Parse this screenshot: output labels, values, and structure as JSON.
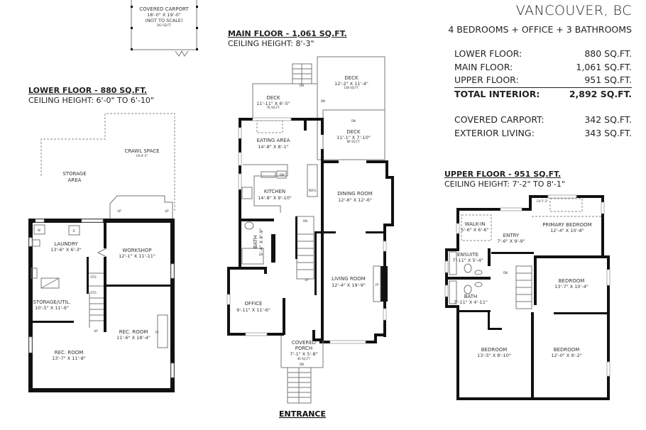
{
  "header": {
    "location": "VANCOUVER, BC",
    "summary": "4 BEDROOMS + OFFICE + 3 BATHROOMS",
    "areas": [
      {
        "label": "LOWER FLOOR:",
        "value": "880 SQ.FT."
      },
      {
        "label": "MAIN FLOOR:",
        "value": "1,061 SQ.FT."
      },
      {
        "label": "UPPER FLOOR:",
        "value": "951 SQ.FT."
      }
    ],
    "total": {
      "label": "TOTAL INTERIOR:",
      "value": "2,892 SQ.FT."
    },
    "exterior": [
      {
        "label": "COVERED CARPORT:",
        "value": "342 SQ.FT."
      },
      {
        "label": "EXTERIOR LIVING:",
        "value": "343 SQ.FT."
      }
    ]
  },
  "carport": {
    "name": "COVERED CARPORT",
    "dims": "18'-0\" X 19'-0\"",
    "note": "(NOT TO SCALE)",
    "area": "342 SQ.FT."
  },
  "lower_floor": {
    "title": "LOWER FLOOR - 880 SQ.FT.",
    "ceiling": "CEILING HEIGHT: 6'-0\" TO 6'-10\"",
    "crawl": {
      "name": "CRAWL SPACE",
      "ch": "CH:4'-5\""
    },
    "storage_area": [
      "STORAGE",
      "AREA"
    ],
    "rooms": [
      {
        "name": "LAUNDRY",
        "dims": "13'-6\" X 6'-3\""
      },
      {
        "name": "WORKSHOP",
        "dims": "12'-1\" X 11'-11\""
      },
      {
        "name": "STORAGE/UTIL.",
        "dims": "10'-5\" X 11'-9\""
      },
      {
        "name": "REC. ROOM",
        "dims": "11'-6\" X 18'-4\""
      },
      {
        "name": "REC. ROOM",
        "dims": "13'-7\" X 11'-8\""
      }
    ],
    "labels": {
      "sto": "STO.",
      "up": "UP",
      "fp": "FP",
      "washer": "W",
      "dryer": "D"
    }
  },
  "main_floor": {
    "title": "MAIN FLOOR - 1,061 SQ.FT.",
    "ceiling": "CEILING HEIGHT: 8'-3\"",
    "decks": [
      {
        "name": "DECK",
        "dims": "11'-11\" X 6'-5\"",
        "area": "76 SQ.FT."
      },
      {
        "name": "DECK",
        "dims": "12'-2\" X 11'-4\"",
        "area": "138 SQ.FT."
      },
      {
        "name": "DECK",
        "dims": "11'-1\" X 7'-10\"",
        "area": "86 SQ.FT."
      }
    ],
    "rooms": [
      {
        "name": "EATING AREA",
        "dims": "14'-8\" X 8'-1\""
      },
      {
        "name": "KITCHEN",
        "dims": "14'-8\" X 9'-10\""
      },
      {
        "name": "DINING ROOM",
        "dims": "12'-6\" X 12'-6\""
      },
      {
        "name": "BATH",
        "dims": "5'-4\" X 8'-9\""
      },
      {
        "name": "LIVING ROOM",
        "dims": "12'-4\" X 19'-9\""
      },
      {
        "name": "OFFICE",
        "dims": "9'-11\" X 11'-6\""
      }
    ],
    "porch": {
      "name1": "COVERED",
      "name2": "PORCH",
      "dims": "7'-1\" X 5'-8\"",
      "area": "40 SQ.FT."
    },
    "labels": {
      "dn": "DN",
      "up": "UP",
      "dw": "DW",
      "refg": "REFG",
      "fp": "FP"
    },
    "entrance": "ENTRANCE"
  },
  "upper_floor": {
    "title": "UPPER FLOOR - 951 SQ.FT.",
    "ceiling": "CEILING HEIGHT: 7'-2\" TO 8'-1\"",
    "rooms": [
      {
        "name": "WALK-IN",
        "dims": "5'-6\" X 6'-6\""
      },
      {
        "name": "ENTRY",
        "dims": "7'-6\" X 9'-9\""
      },
      {
        "name": "PRIMARY BEDROOM",
        "dims": "12'-4\" X 10'-8\""
      },
      {
        "name": "ENSUITE",
        "dims": "7'-11\" X 5'-4\""
      },
      {
        "name": "BEDROOM",
        "dims": "13'-7\" X 10'-4\""
      },
      {
        "name": "BATH",
        "dims": "7'-11\" X 4'-11\""
      },
      {
        "name": "BEDROOM",
        "dims": "13'-5\" X 8'-10\""
      },
      {
        "name": "BEDROOM",
        "dims": "12'-0\" X 9'-2\""
      }
    ],
    "labels": {
      "ch": "CH:7'-2\"",
      "dn": "DN"
    }
  }
}
